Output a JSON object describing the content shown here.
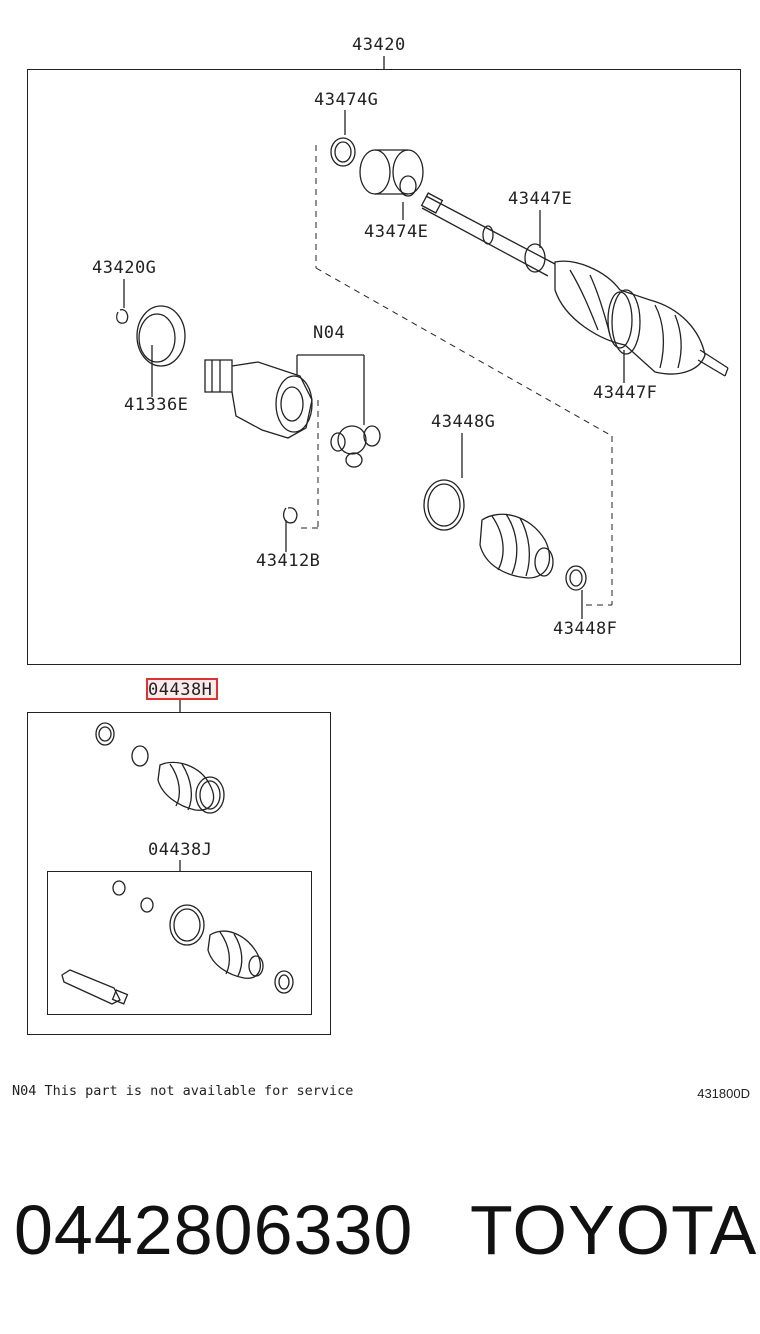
{
  "diagram": {
    "assembly": {
      "number": "43420"
    },
    "parts": [
      {
        "id": "p1",
        "number": "43474G"
      },
      {
        "id": "p2",
        "number": "43474E"
      },
      {
        "id": "p3",
        "number": "43447E"
      },
      {
        "id": "p4",
        "number": "43420G"
      },
      {
        "id": "p5",
        "number": "N04"
      },
      {
        "id": "p6",
        "number": "41336E"
      },
      {
        "id": "p7",
        "number": "43447F"
      },
      {
        "id": "p8",
        "number": "43448G"
      },
      {
        "id": "p9",
        "number": "43412B"
      },
      {
        "id": "p10",
        "number": "43448F"
      }
    ],
    "kit_upper": {
      "number": "04438H",
      "highlighted": true
    },
    "kit_lower": {
      "number": "04438J"
    },
    "highlight_color": "#dd3333"
  },
  "note": "N04 This part is not available for service",
  "illustration_code": "431800D",
  "footer": {
    "part_number": "0442806330",
    "brand": "TOYOTA"
  }
}
